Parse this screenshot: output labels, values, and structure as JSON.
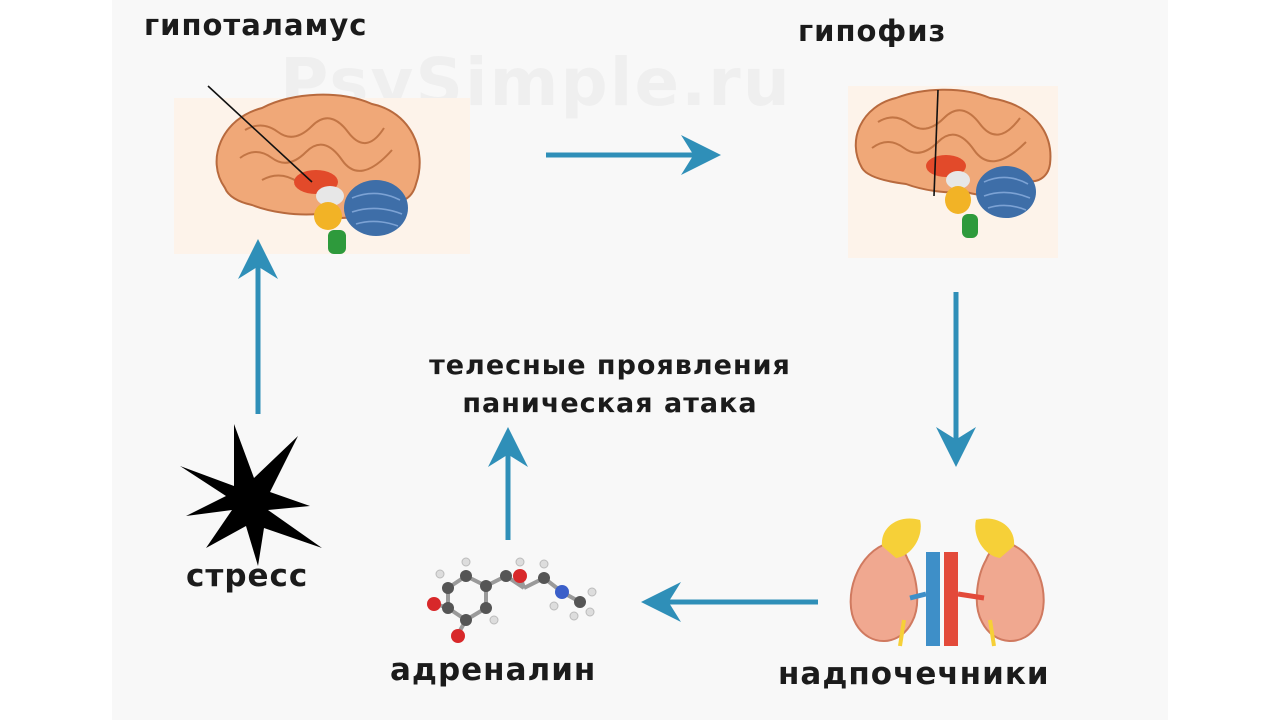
{
  "watermark": "PsySimple.ru",
  "nodes": {
    "hypothalamus": "гипоталамус",
    "pituitary": "гипофиз",
    "bodily": "телесные проявления",
    "panic": "паническая атака",
    "stress": "стресс",
    "adrenaline": "адреналин",
    "adrenal": "надпочечники"
  },
  "colors": {
    "arrow": "#2f8fb8",
    "brain": "#f0a878",
    "cerebellum": "#3e6ea8",
    "burst": "#000000"
  }
}
